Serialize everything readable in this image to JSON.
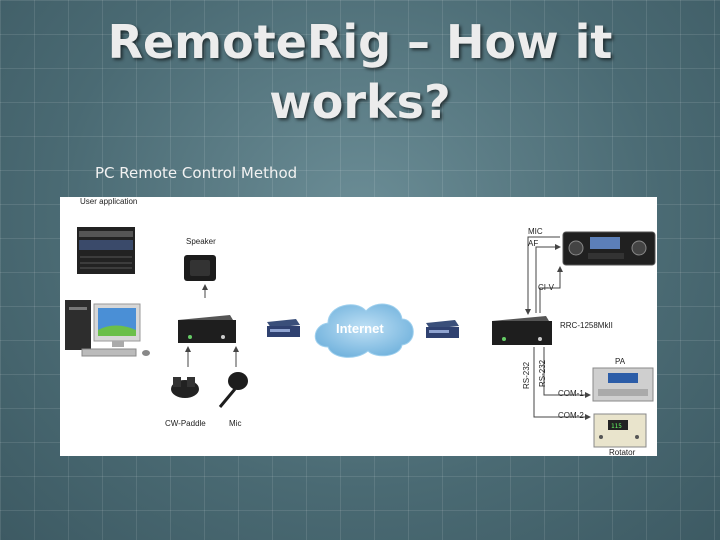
{
  "slide": {
    "title": "RemoteRig – How it works?",
    "subtitle": "PC Remote Control Method"
  },
  "diagram": {
    "labels": {
      "user_application": "User application",
      "speaker": "Speaker",
      "internet": "Internet",
      "cw_paddle": "CW-Paddle",
      "mic_bottom": "Mic",
      "mic_top": "MIC",
      "af": "AF",
      "ci_v": "CI-V",
      "rrc": "RRC-1258MkII",
      "pa": "PA",
      "rs232_a": "RS-232",
      "rs232_b": "RS-232",
      "com1": "COM-1",
      "com2": "COM-2",
      "rotator": "Rotator"
    },
    "icons": {
      "computer": "desktop-computer-icon",
      "screenshot": "application-screenshot-icon",
      "speaker": "speaker-icon",
      "control_box": "rrc-box-icon",
      "router": "router-icon",
      "cloud": "internet-cloud-icon",
      "radio": "transceiver-icon",
      "amplifier": "amplifier-icon",
      "rotator_ctrl": "rotator-controller-icon",
      "paddle": "cw-paddle-icon",
      "mic": "microphone-icon"
    }
  }
}
